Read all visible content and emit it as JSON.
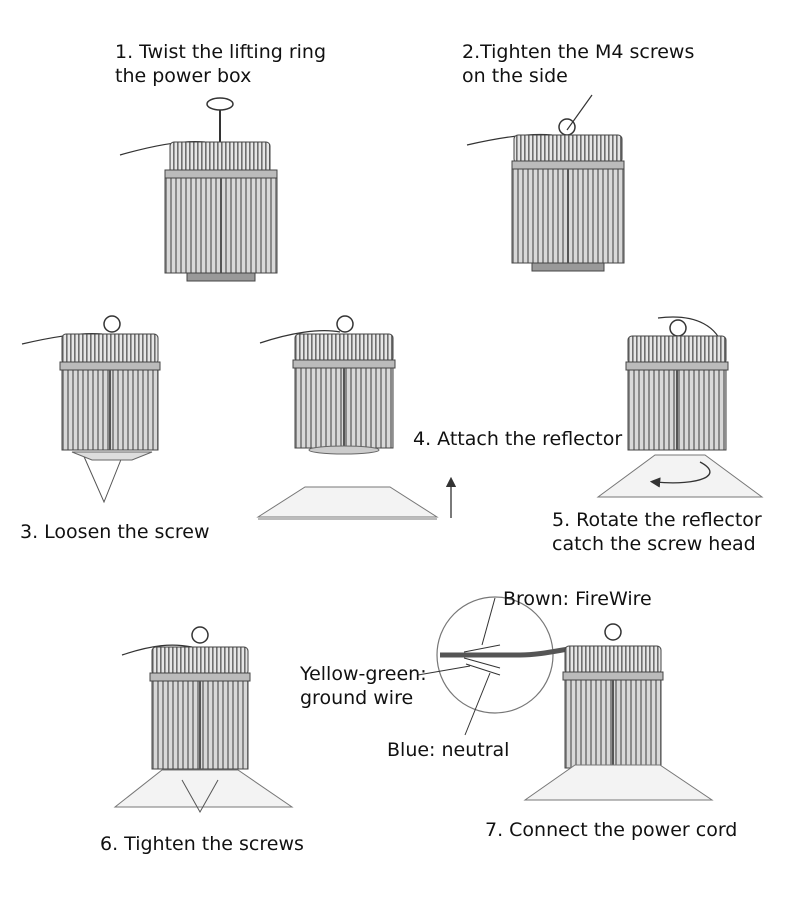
{
  "steps": [
    {
      "line1": "1. Twist the lifting ring",
      "line2": "the power box"
    },
    {
      "line1": "2.Tighten the M4 screws",
      "line2": "on the side"
    },
    {
      "line1": "3. Loosen the screw"
    },
    {
      "line1": "4. Attach the reflector"
    },
    {
      "line1": "5. Rotate the reflector",
      "line2": "catch the screw head"
    },
    {
      "line1": "6. Tighten the screws"
    },
    {
      "line1": "7. Connect the power cord"
    }
  ],
  "wires": {
    "brown": "Brown: FireWire",
    "yellow_green_1": "Yellow-green:",
    "yellow_green_2": "ground wire",
    "blue": "Blue: neutral"
  }
}
